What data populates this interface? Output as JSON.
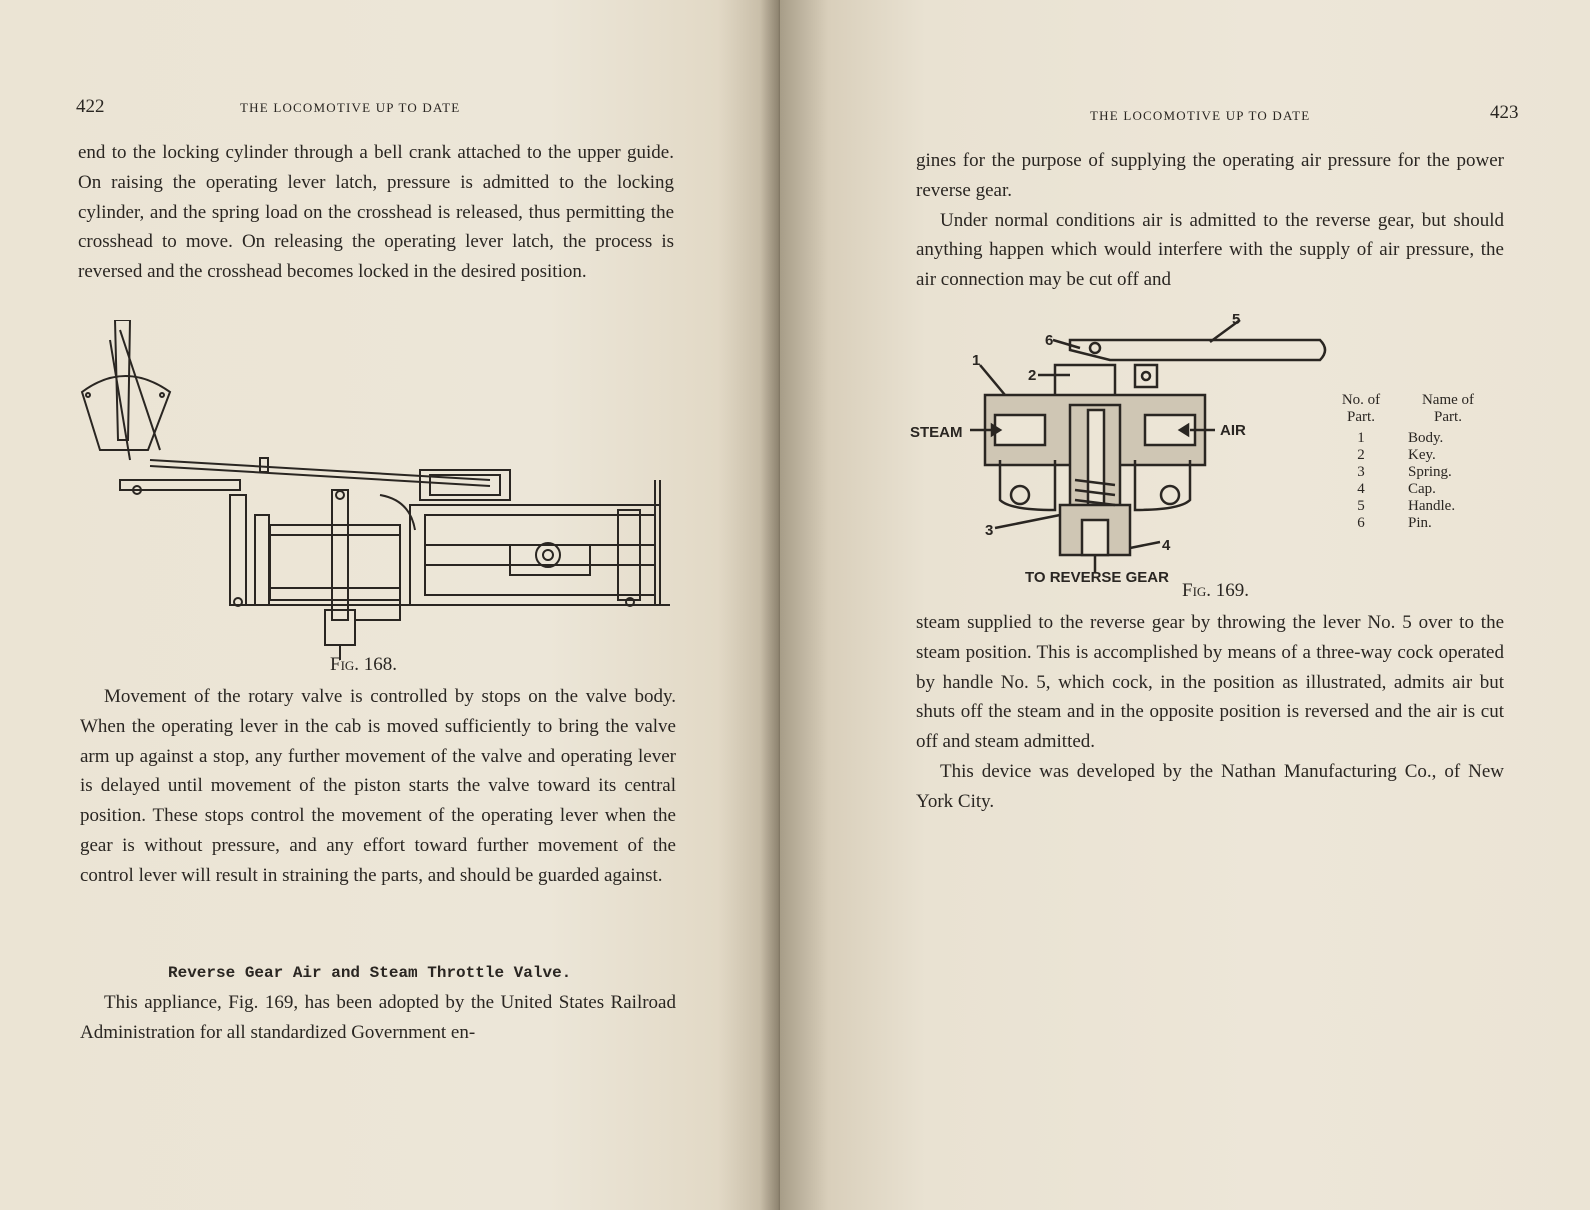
{
  "left_page": {
    "folio": "422",
    "running_head": "THE LOCOMOTIVE UP TO DATE",
    "para1": "end to the locking cylinder through a bell crank attached to the upper guide. On raising the operating lever latch, pressure is admitted to the locking cylinder, and the spring load on the crosshead is released, thus permitting the crosshead to move. On releasing the operating lever latch, the process is reversed and the crosshead becomes locked in the desired position.",
    "figure_caption": "Fig. 168.",
    "para2": "Movement of the rotary valve is controlled by stops on the valve body. When the operating lever in the cab is moved sufficiently to bring the valve arm up against a stop, any further movement of the valve and operating lever is delayed until movement of the piston starts the valve toward its central position. These stops control the movement of the operating lever when the gear is without pressure, and any effort toward further movement of the control lever will result in straining the parts, and should be guarded against.",
    "section_heading": "Reverse Gear Air and Steam Throttle Valve.",
    "para3": "This appliance, Fig. 169, has been adopted by the United States Railroad Administration for all standardized Government en-"
  },
  "right_page": {
    "folio": "423",
    "running_head": "THE LOCOMOTIVE UP TO DATE",
    "para1": "gines for the purpose of supplying the operating air pressure for the power reverse gear.",
    "para2": "Under normal conditions air is admitted to the reverse gear, but should anything happen which would interfere with the supply of air pressure, the air connection may be cut off and",
    "figure_caption": "Fig. 169.",
    "figure_labels": {
      "steam": "STEAM",
      "air": "AIR",
      "to_reverse_gear": "TO REVERSE GEAR",
      "callouts": [
        "1",
        "2",
        "3",
        "4",
        "5",
        "6"
      ]
    },
    "parts_table": {
      "headers": [
        "No. of Part.",
        "Name of Part."
      ],
      "rows": [
        {
          "no": "1",
          "name": "Body."
        },
        {
          "no": "2",
          "name": "Key."
        },
        {
          "no": "3",
          "name": "Spring."
        },
        {
          "no": "4",
          "name": "Cap."
        },
        {
          "no": "5",
          "name": "Handle."
        },
        {
          "no": "6",
          "name": "Pin."
        }
      ]
    },
    "para3": "steam supplied to the reverse gear by throwing the lever No. 5 over to the steam position. This is accomplished by means of a three-way cock operated by handle No. 5, which cock, in the position as illustrated, admits air but shuts off the steam and in the opposite position is reversed and the air is cut off and steam admitted.",
    "para4": "This device was developed by the Nathan Manufacturing Co., of New York City."
  }
}
